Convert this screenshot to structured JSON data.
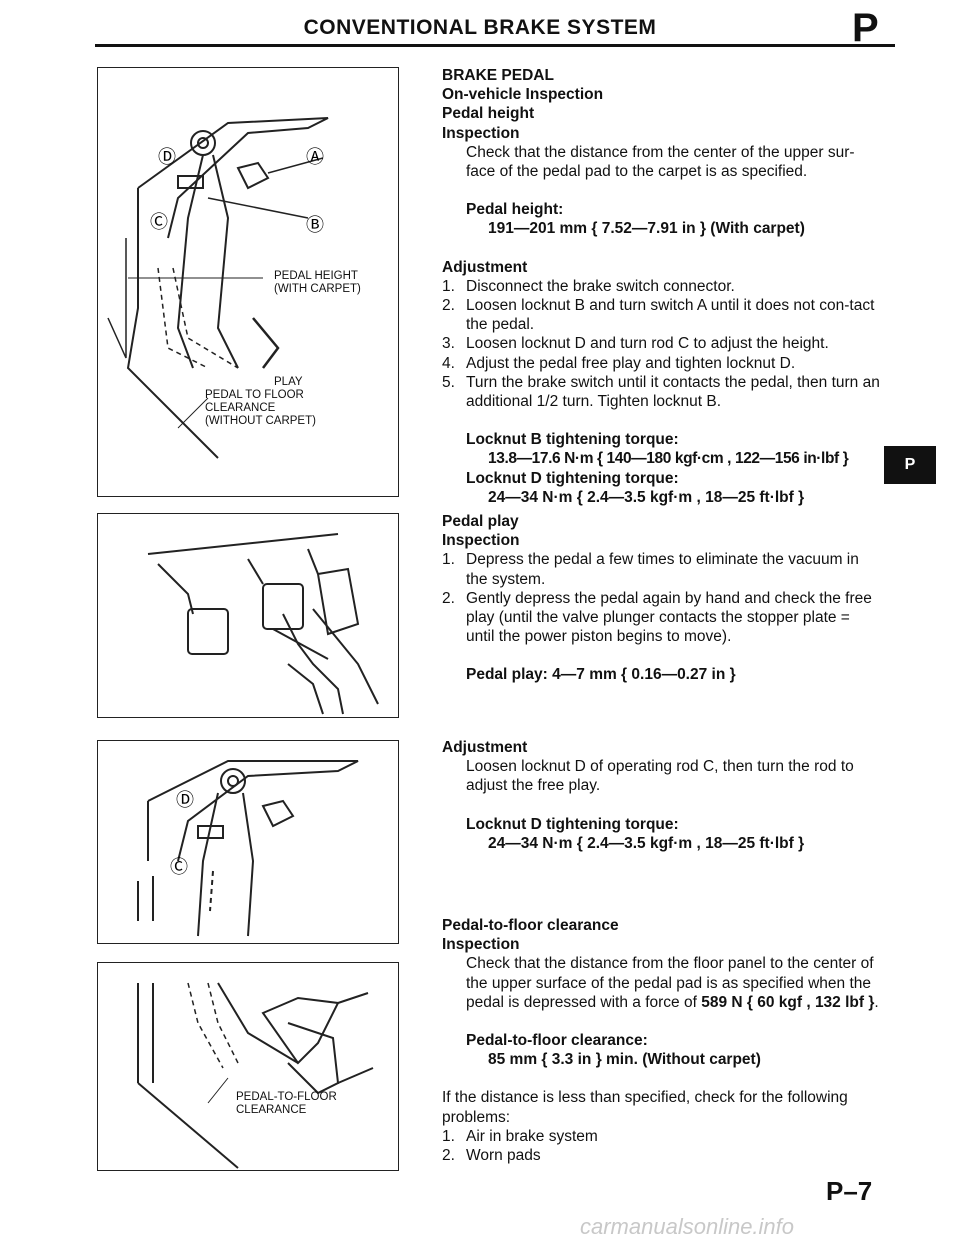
{
  "header": {
    "title": "CONVENTIONAL BRAKE SYSTEM",
    "section_letter": "P"
  },
  "figures": {
    "fig1": {
      "label_A": "Ⓐ",
      "label_B": "Ⓑ",
      "label_C": "Ⓒ",
      "label_D": "Ⓓ",
      "pedal_height": "PEDAL HEIGHT",
      "pedal_height_sub": "(WITH CARPET)",
      "play": "PLAY",
      "clearance_1": "PEDAL TO FLOOR",
      "clearance_2": "CLEARANCE",
      "clearance_3": "(WITHOUT CARPET)"
    },
    "fig3": {
      "label_C": "Ⓒ",
      "label_D": "Ⓓ"
    },
    "fig4": {
      "clearance_1": "PEDAL-TO-FLOOR",
      "clearance_2": "CLEARANCE"
    }
  },
  "content": {
    "brake_pedal": {
      "title": "BRAKE PEDAL",
      "sub1": "On-vehicle Inspection",
      "sub2": "Pedal height",
      "sub3": "Inspection",
      "text": "Check that the distance from the center of the upper sur-face of the pedal pad to the carpet is as specified.",
      "spec_label": "Pedal height:",
      "spec_value": "191—201 mm { 7.52—7.91 in } (With carpet)"
    },
    "adjustment1": {
      "title": "Adjustment",
      "steps": [
        {
          "num": "1.",
          "text": "Disconnect the brake switch connector."
        },
        {
          "num": "2.",
          "text": "Loosen locknut B and turn switch A until it does not con-tact the pedal."
        },
        {
          "num": "3.",
          "text": "Loosen locknut D and turn rod C to adjust the height."
        },
        {
          "num": "4.",
          "text": "Adjust the pedal free play and tighten locknut D."
        },
        {
          "num": "5.",
          "text": "Turn the brake switch until it contacts the pedal, then turn an additional 1/2 turn. Tighten locknut B."
        }
      ],
      "torque_b_label": "Locknut B tightening torque:",
      "torque_b_value": "13.8—17.6 N·m { 140—180 kgf·cm , 122—156 in·lbf }",
      "torque_d_label": "Locknut D tightening torque:",
      "torque_d_value": "24—34 N·m { 2.4—3.5 kgf·m , 18—25 ft·lbf }"
    },
    "pedal_play": {
      "title": "Pedal play",
      "sub": "Inspection",
      "steps": [
        {
          "num": "1.",
          "text": "Depress the pedal a few times to eliminate the vacuum in the system."
        },
        {
          "num": "2.",
          "text": "Gently depress the pedal again by hand and check the free play (until the valve plunger contacts the stopper plate = until the power piston begins to move)."
        }
      ],
      "spec": "Pedal play: 4—7 mm { 0.16—0.27 in }"
    },
    "adjustment2": {
      "title": "Adjustment",
      "text": "Loosen locknut D of operating rod C, then turn the rod to adjust the free play.",
      "torque_label": "Locknut D tightening torque:",
      "torque_value": "24—34 N·m { 2.4—3.5 kgf·m , 18—25 ft·lbf }"
    },
    "clearance": {
      "title": "Pedal-to-floor clearance",
      "sub": "Inspection",
      "text_start": "Check that the distance from the floor panel to the center of the upper surface of the pedal pad is as specified when the pedal is depressed with a force of ",
      "text_bold": "589 N { 60 kgf , 132 lbf }",
      "text_end": ".",
      "spec_label": "Pedal-to-floor clearance:",
      "spec_value": "85 mm { 3.3 in } min. (Without carpet)",
      "check_text": "If the distance is less than specified, check for the following problems:",
      "problems": [
        {
          "num": "1.",
          "text": "Air in brake system"
        },
        {
          "num": "2.",
          "text": "Worn pads"
        }
      ]
    }
  },
  "side_tab": "P",
  "page_number": "P–7",
  "watermark": "carmanualsonline.info"
}
